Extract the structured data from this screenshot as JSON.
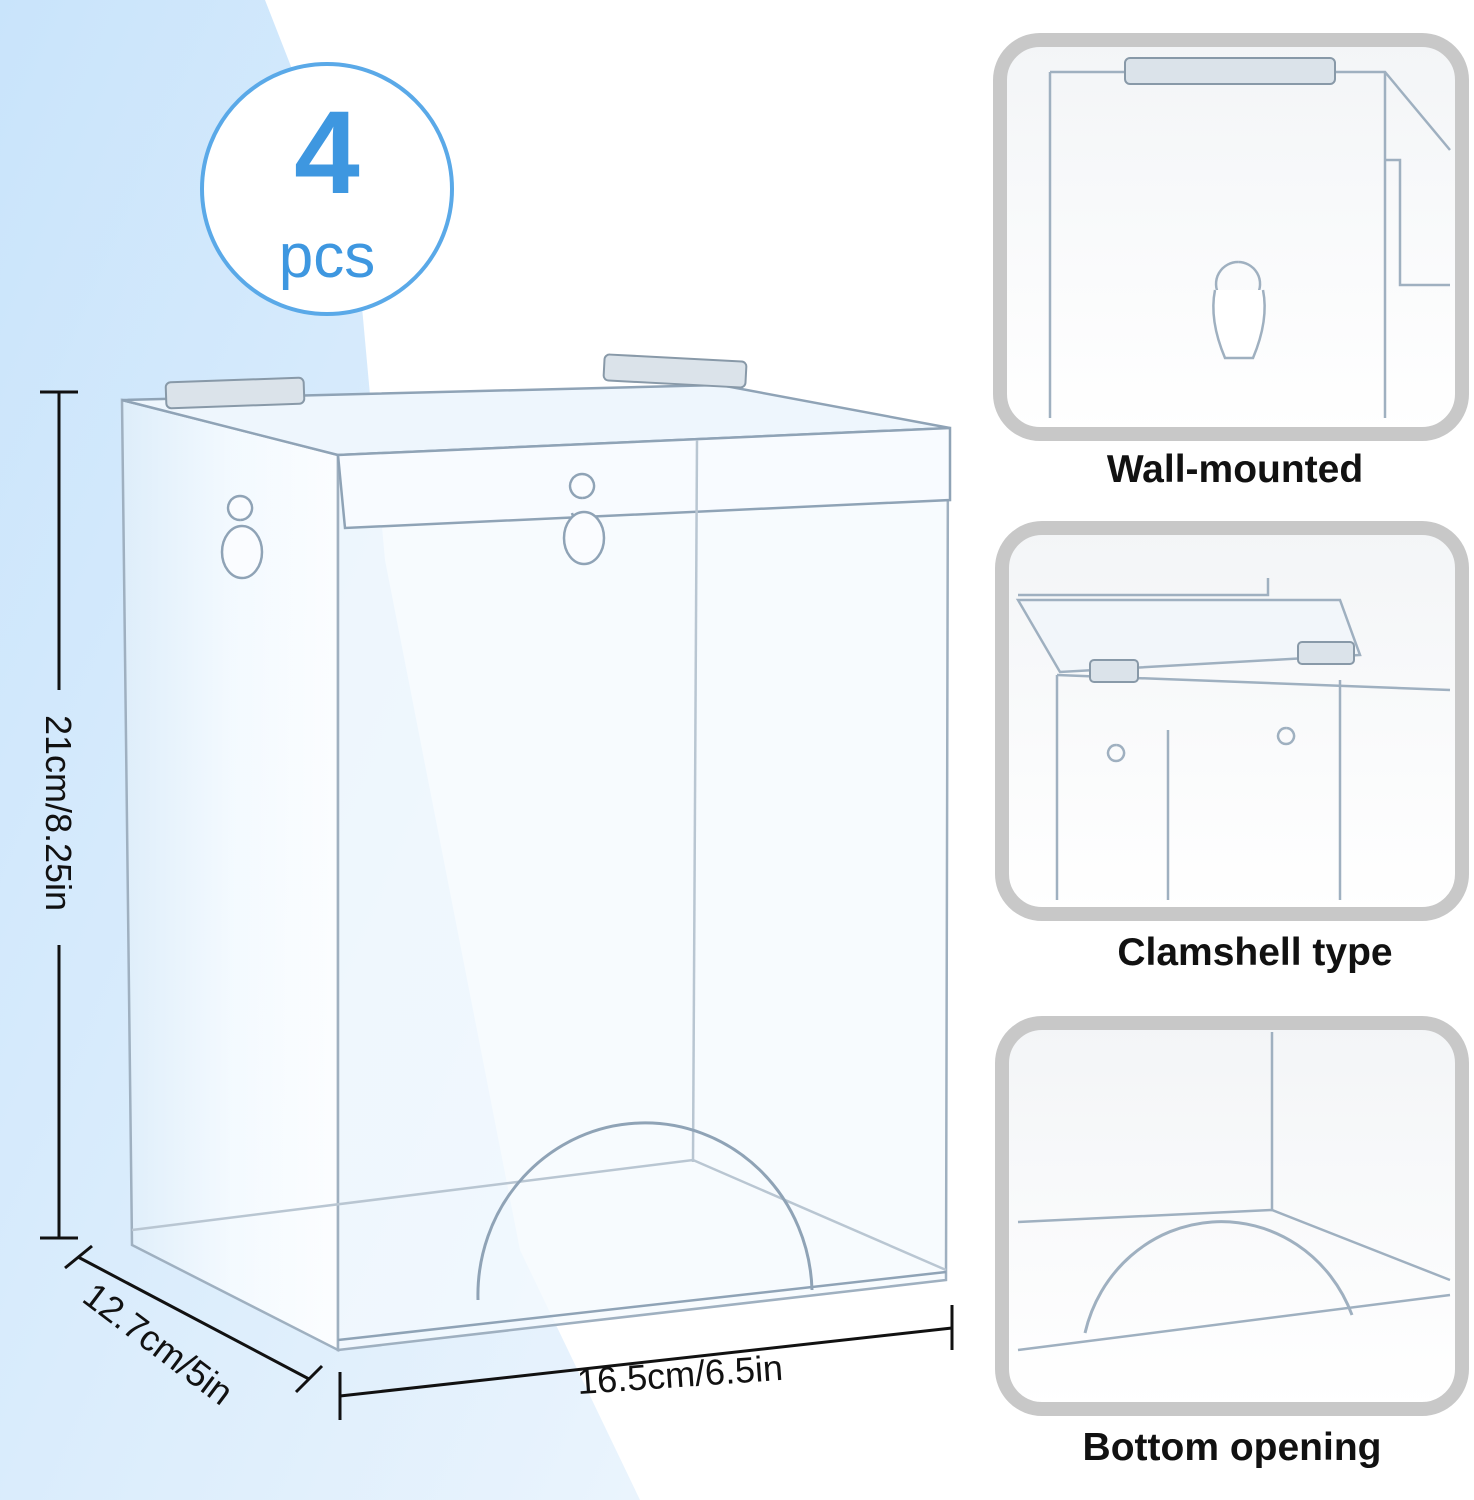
{
  "badge": {
    "count": "4",
    "unit": "pcs"
  },
  "dimensions": {
    "height": "21cm/8.25in",
    "depth": "12.7cm/5in",
    "width": "16.5cm/6.5in"
  },
  "features": [
    {
      "caption": "Wall-mounted"
    },
    {
      "caption": "Clamshell type"
    },
    {
      "caption": "Bottom opening"
    }
  ],
  "colors": {
    "accent": "#3e97e0",
    "panel_border": "#c8c8c8",
    "background_tint": "#dcedfa"
  },
  "icons": [
    "keyhole-mount-icon",
    "hinge-icon"
  ]
}
